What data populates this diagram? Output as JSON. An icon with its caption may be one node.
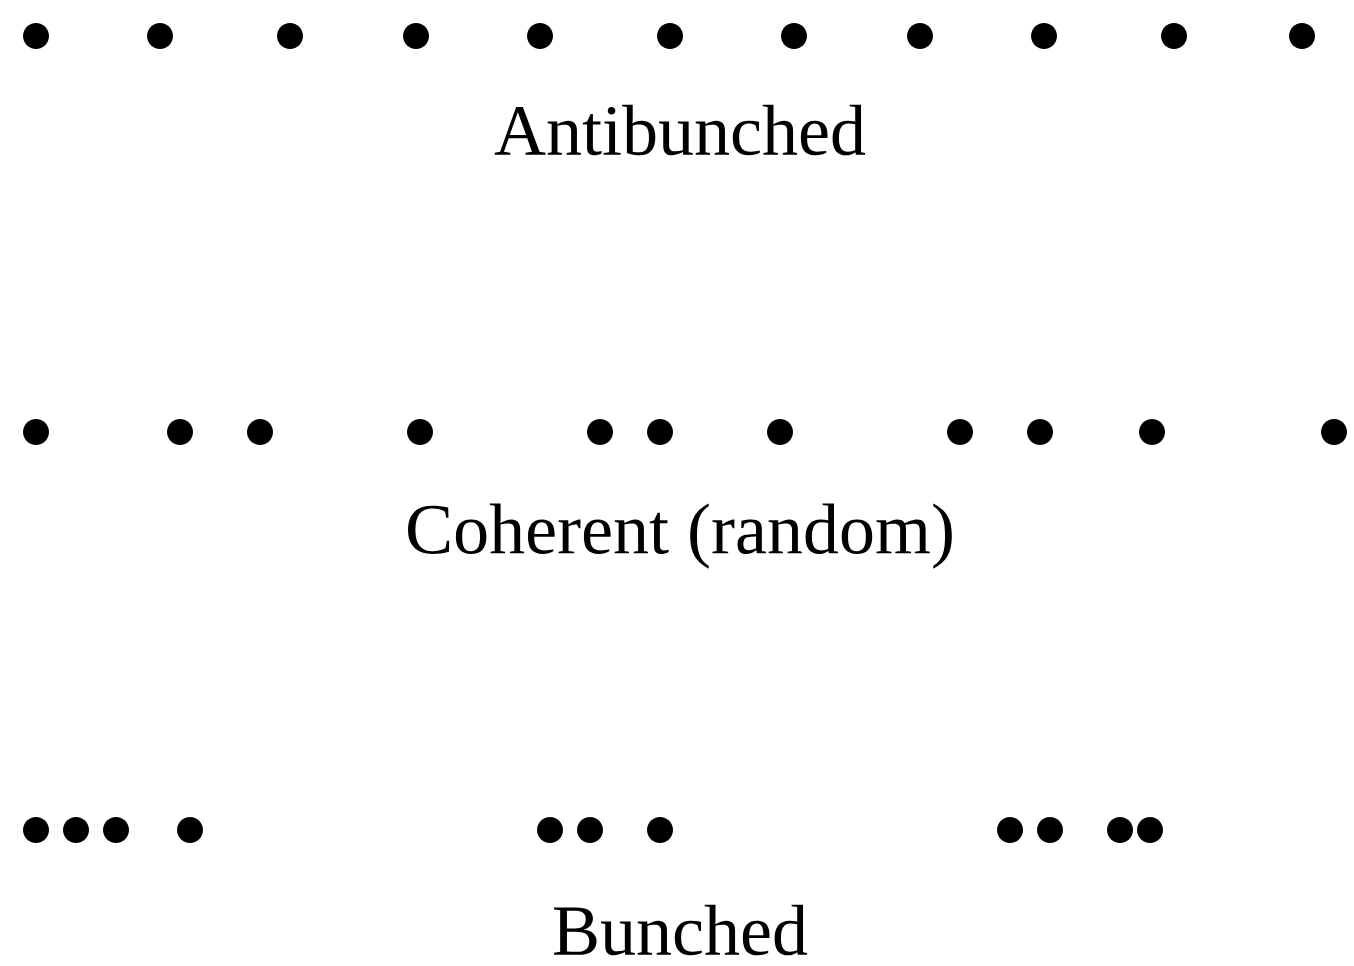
{
  "diagram": {
    "labels": [
      "Antibunched",
      "Coherent (random)",
      "Bunched"
    ]
  }
}
